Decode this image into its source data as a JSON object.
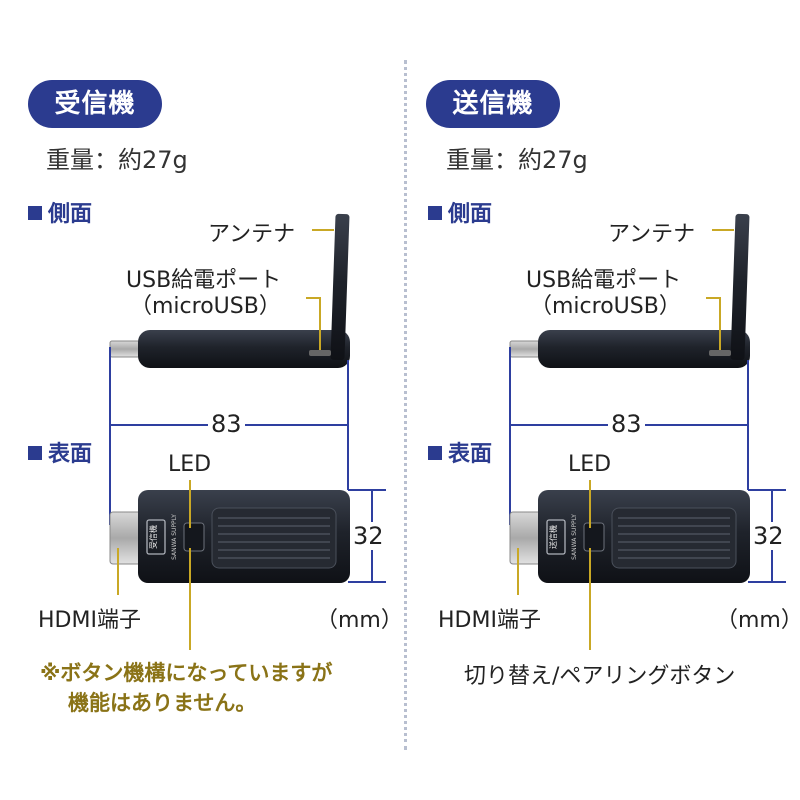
{
  "receiver": {
    "title": "受信機",
    "weight": "重量：約27g",
    "side_heading": "側面",
    "front_heading": "表面",
    "antenna_label": "アンテナ",
    "usb_label_1": "USB給電ポート",
    "usb_label_2": "（microUSB）",
    "length": "83",
    "led_label": "LED",
    "height": "32",
    "hdmi_label": "HDMI端子",
    "unit": "（mm）",
    "badge_text": "受信機",
    "brand_text": "SANWA SUPPLY",
    "note_line1": "※ボタン機構になっていますが",
    "note_line2": "機能はありません。"
  },
  "sender": {
    "title": "送信機",
    "weight": "重量：約27g",
    "side_heading": "側面",
    "front_heading": "表面",
    "antenna_label": "アンテナ",
    "usb_label_1": "USB給電ポート",
    "usb_label_2": "（microUSB）",
    "length": "83",
    "led_label": "LED",
    "height": "32",
    "hdmi_label": "HDMI端子",
    "unit": "（mm）",
    "badge_text": "送信機",
    "brand_text": "SANWA SUPPLY",
    "button_label": "切り替え/ペアリングボタン"
  },
  "colors": {
    "accent": "#2b3b8f",
    "dimension_line": "#2e3fa0",
    "leader_line": "#c9a825",
    "note": "#8a7317",
    "device_body": "#1f232b"
  }
}
